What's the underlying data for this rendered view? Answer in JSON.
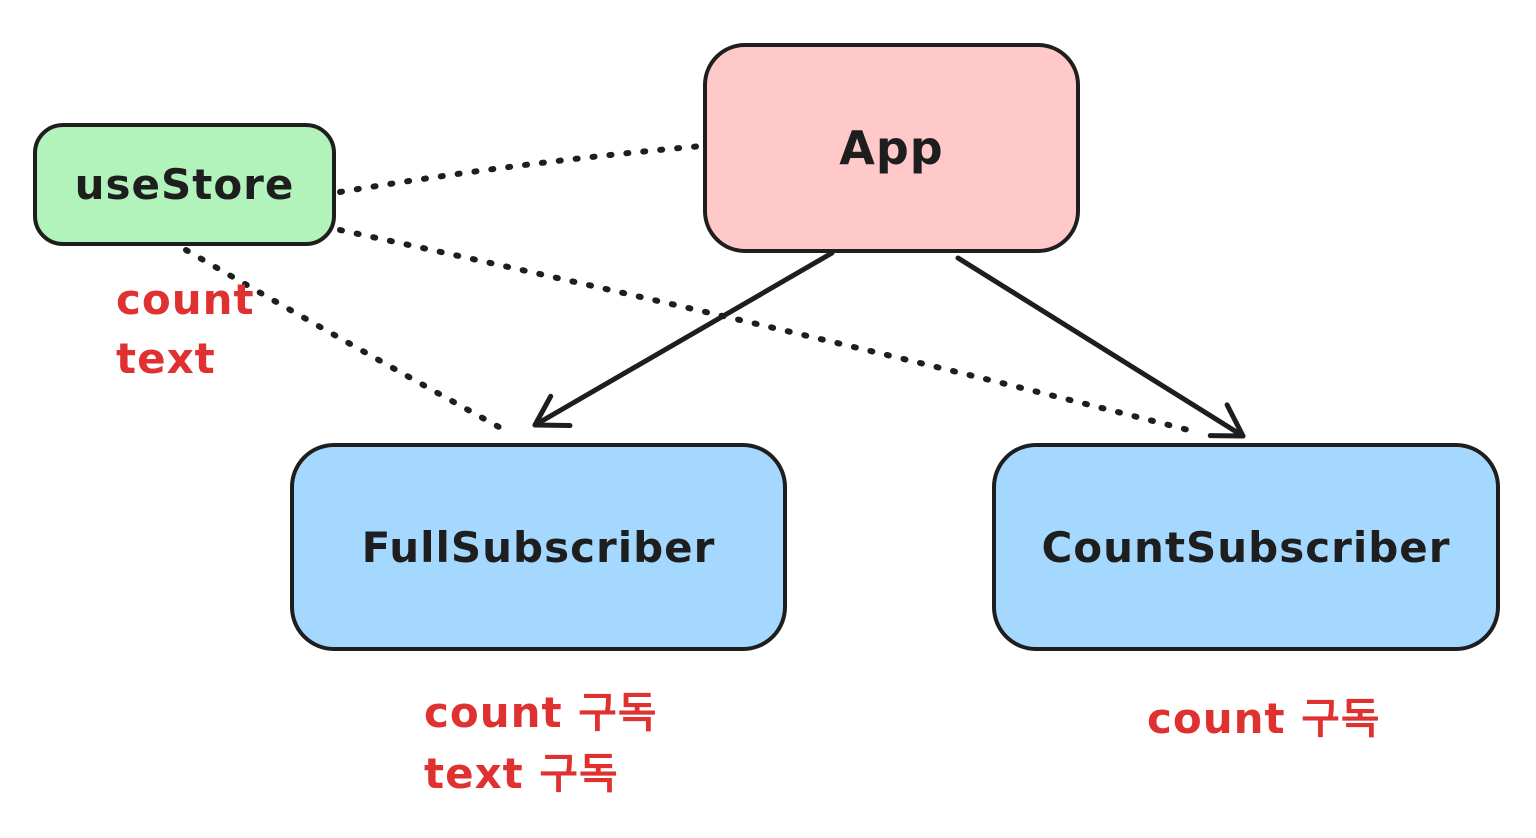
{
  "diagram": {
    "background": "#ffffff",
    "colors": {
      "stroke": "#1e1e1e",
      "store_fill": "#b2f2bb",
      "app_fill": "#ffc9c9",
      "subscriber_fill": "#a5d8ff",
      "note_text": "#e03131"
    },
    "nodes": {
      "use_store": {
        "label": "useStore",
        "fill": "#b2f2bb"
      },
      "app": {
        "label": "App",
        "fill": "#ffc9c9"
      },
      "full_subscriber": {
        "label": "FullSubscriber",
        "fill": "#a5d8ff"
      },
      "count_subscriber": {
        "label": "CountSubscriber",
        "fill": "#a5d8ff"
      }
    },
    "notes": {
      "use_store_note": {
        "line1": "count",
        "line2": "text"
      },
      "full_subscriber_note": {
        "line1": "count 구독",
        "line2": "text 구독"
      },
      "count_subscriber_note": {
        "line1": "count 구독"
      }
    },
    "edges": [
      {
        "from": "useStore",
        "to": "App",
        "style": "dotted",
        "arrowhead": false
      },
      {
        "from": "useStore",
        "to": "FullSubscriber",
        "style": "dotted",
        "arrowhead": false
      },
      {
        "from": "useStore",
        "to": "CountSubscriber",
        "style": "dotted",
        "arrowhead": false
      },
      {
        "from": "App",
        "to": "FullSubscriber",
        "style": "solid",
        "arrowhead": true
      },
      {
        "from": "App",
        "to": "CountSubscriber",
        "style": "solid",
        "arrowhead": true
      }
    ]
  }
}
